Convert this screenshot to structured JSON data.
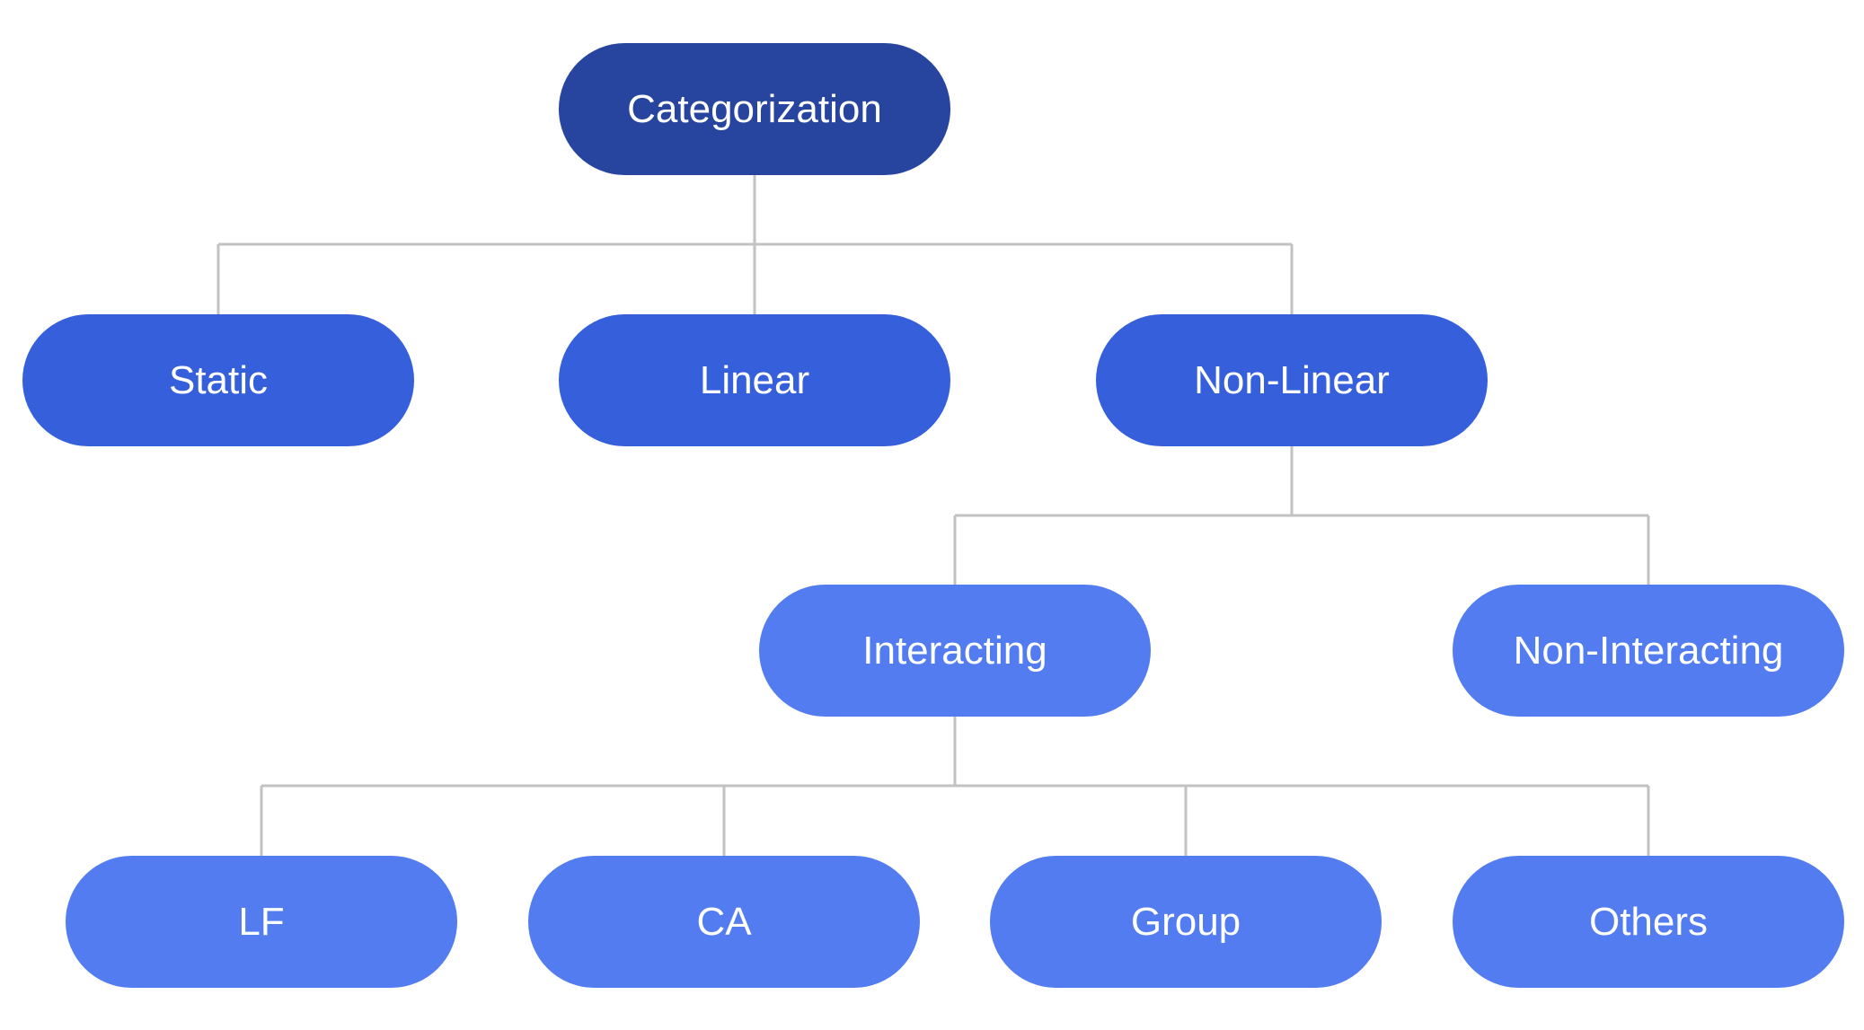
{
  "diagram": {
    "root": {
      "label": "Categorization",
      "color": "#27449e"
    },
    "level1": {
      "static": {
        "label": "Static"
      },
      "linear": {
        "label": "Linear"
      },
      "nonlinear": {
        "label": "Non-Linear"
      },
      "color": "#365fdb"
    },
    "level2": {
      "interacting": {
        "label": "Interacting"
      },
      "noninteracting": {
        "label": "Non-Interacting"
      },
      "color": "#527cef"
    },
    "level3": {
      "lf": {
        "label": "LF"
      },
      "ca": {
        "label": "CA"
      },
      "group": {
        "label": "Group"
      },
      "others": {
        "label": "Others"
      },
      "color": "#527cef"
    },
    "connector_color": "#c2c2c2"
  }
}
